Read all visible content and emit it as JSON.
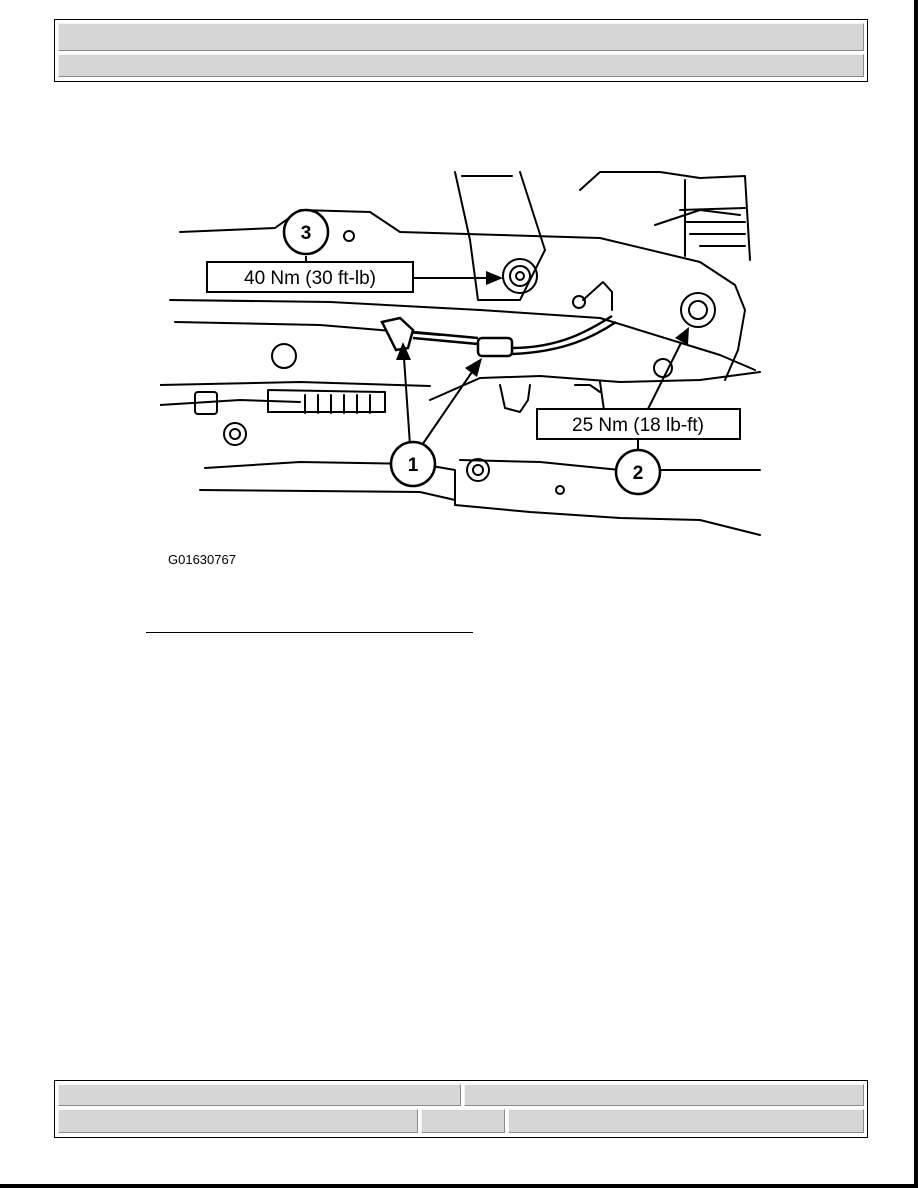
{
  "header": {
    "title": "",
    "subtitle": ""
  },
  "figure": {
    "code": "G01630767",
    "callouts": [
      {
        "number": "1"
      },
      {
        "number": "2",
        "torque": "25 Nm (18 lb-ft)"
      },
      {
        "number": "3",
        "torque": "40 Nm (30 ft-lb)"
      }
    ]
  },
  "footer": {
    "row1": [
      "",
      ""
    ],
    "row2": [
      "",
      "",
      ""
    ]
  }
}
